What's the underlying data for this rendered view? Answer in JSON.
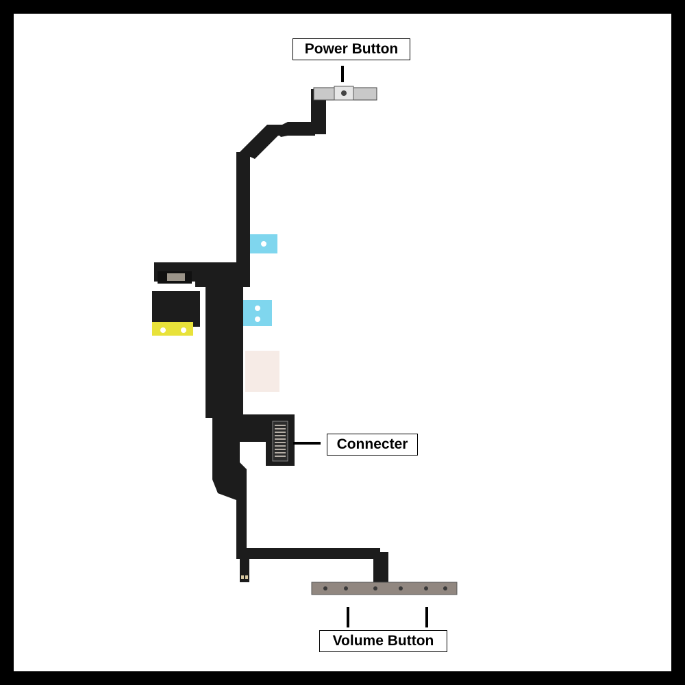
{
  "labels": {
    "power_button": "Power Button",
    "connector": "Connecter",
    "volume_button": "Volume Button"
  },
  "colors": {
    "frame": "#000000",
    "background": "#ffffff",
    "flex_cable": "#1c1c1c",
    "flex_cable_edge": "#2e2e2e",
    "blue_tape": "#7fd6ee",
    "white_tape": "#f6ebe6",
    "yellow_tape": "#e8e23a",
    "metal_bracket": "#918780",
    "power_bracket": "#c9c9c9",
    "connector_pins": "#b5aea6"
  }
}
